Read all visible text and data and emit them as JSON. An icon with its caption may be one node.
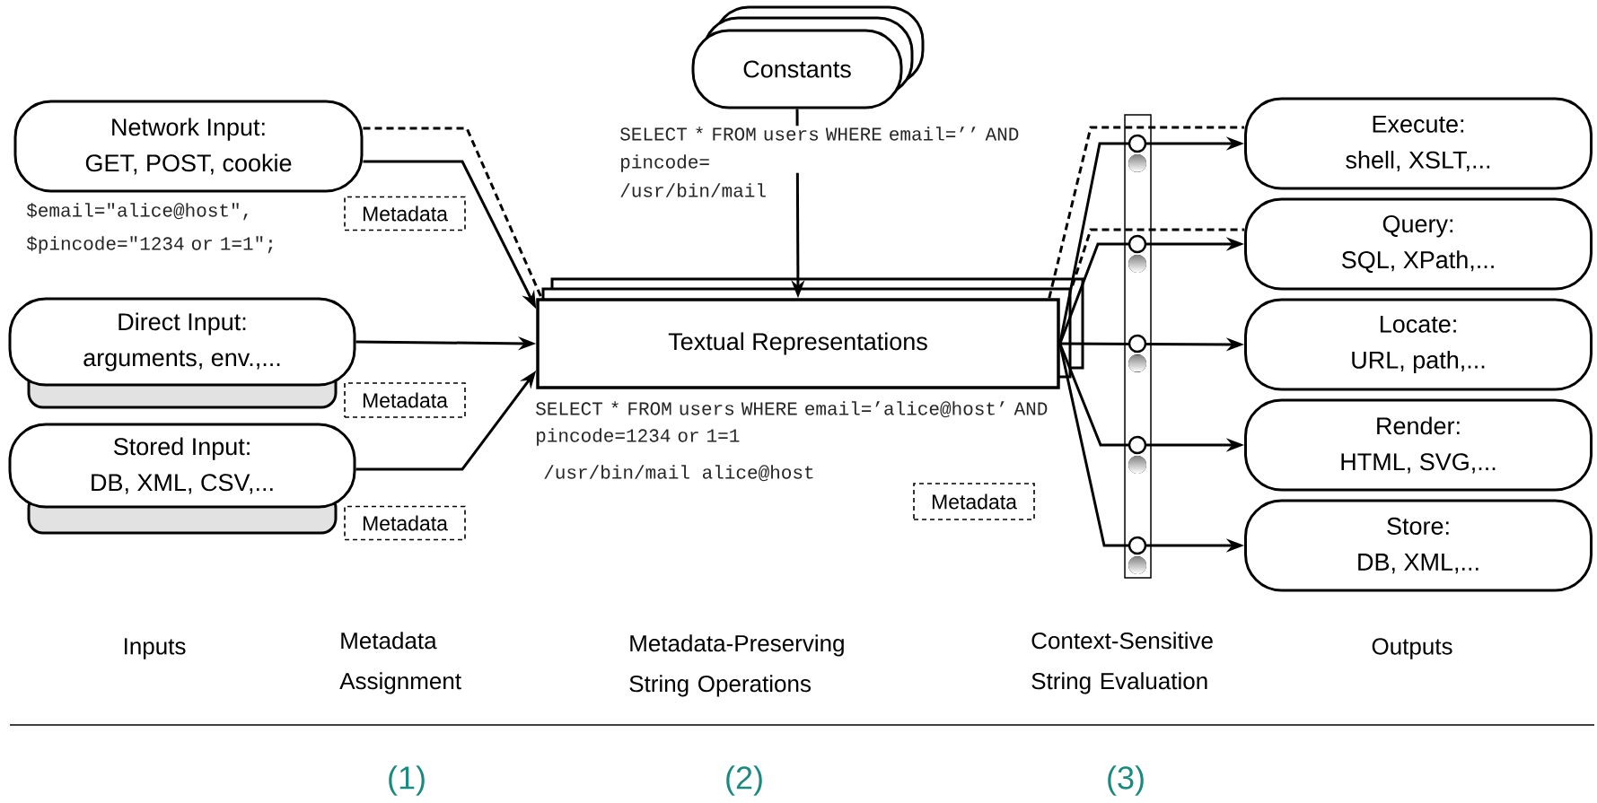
{
  "diagram": {
    "nodes": [
      {
        "text": [
          "Network Input:",
          "GET, POST, cookie"
        ]
      },
      {
        "text": [
          "Metadata"
        ]
      },
      {
        "text": [
          "Direct Input:",
          "arguments, env.,..."
        ]
      },
      {
        "text": [
          "Metadata"
        ]
      },
      {
        "text": [
          "Stored Input:",
          "DB, XML, CSV,..."
        ]
      },
      {
        "text": [
          "Metadata"
        ]
      },
      {
        "text": [
          "Constants"
        ]
      },
      {
        "text": [
          "Textual Representations"
        ]
      },
      {
        "text": [
          "Metadata"
        ]
      },
      {
        "text": [
          "Execute:",
          "shell, XSLT,..."
        ]
      },
      {
        "text": [
          "Query:",
          "SQL, XPath,..."
        ]
      },
      {
        "text": [
          "Locate:",
          "URL, path,..."
        ]
      },
      {
        "text": [
          "Render:",
          "HTML, SVG,..."
        ]
      },
      {
        "text": [
          "Store:",
          "DB, XML,..."
        ]
      }
    ],
    "edges": [
      {
        "from": 0,
        "to": 7,
        "arrow": "to"
      },
      {
        "from": 0,
        "to": 7,
        "arrow": "none",
        "style": "dashed"
      },
      {
        "from": 2,
        "to": 7,
        "arrow": "to"
      },
      {
        "from": 4,
        "to": 7,
        "arrow": "to"
      },
      {
        "from": 6,
        "to": 7,
        "arrow": "to"
      },
      {
        "from": 7,
        "to": 9,
        "arrow": "to"
      },
      {
        "from": 7,
        "to": 9,
        "arrow": "none",
        "style": "dashed"
      },
      {
        "from": 7,
        "to": 10,
        "arrow": "to"
      },
      {
        "from": 7,
        "to": 10,
        "arrow": "none",
        "style": "dashed"
      },
      {
        "from": 7,
        "to": 11,
        "arrow": "to"
      },
      {
        "from": 7,
        "to": 12,
        "arrow": "to"
      },
      {
        "from": 7,
        "to": 13,
        "arrow": "to"
      }
    ],
    "labels": [
      "SELECT * FROM users WHERE email=’’ AND pincode=",
      "/usr/bin/mail",
      "$email=\"alice@host\", $pincode=\"1234 or 1=1\";",
      "SELECT * FROM users WHERE email=’alice@host’ AND pincode=1234 or 1=1",
      "/usr/bin/mail alice@host",
      "Inputs",
      "Metadata Assignment",
      "Metadata-Preserving String Operations",
      "Context-Sensitive String Evaluation",
      "Outputs",
      "(1)",
      "(2)",
      "(3)"
    ]
  }
}
